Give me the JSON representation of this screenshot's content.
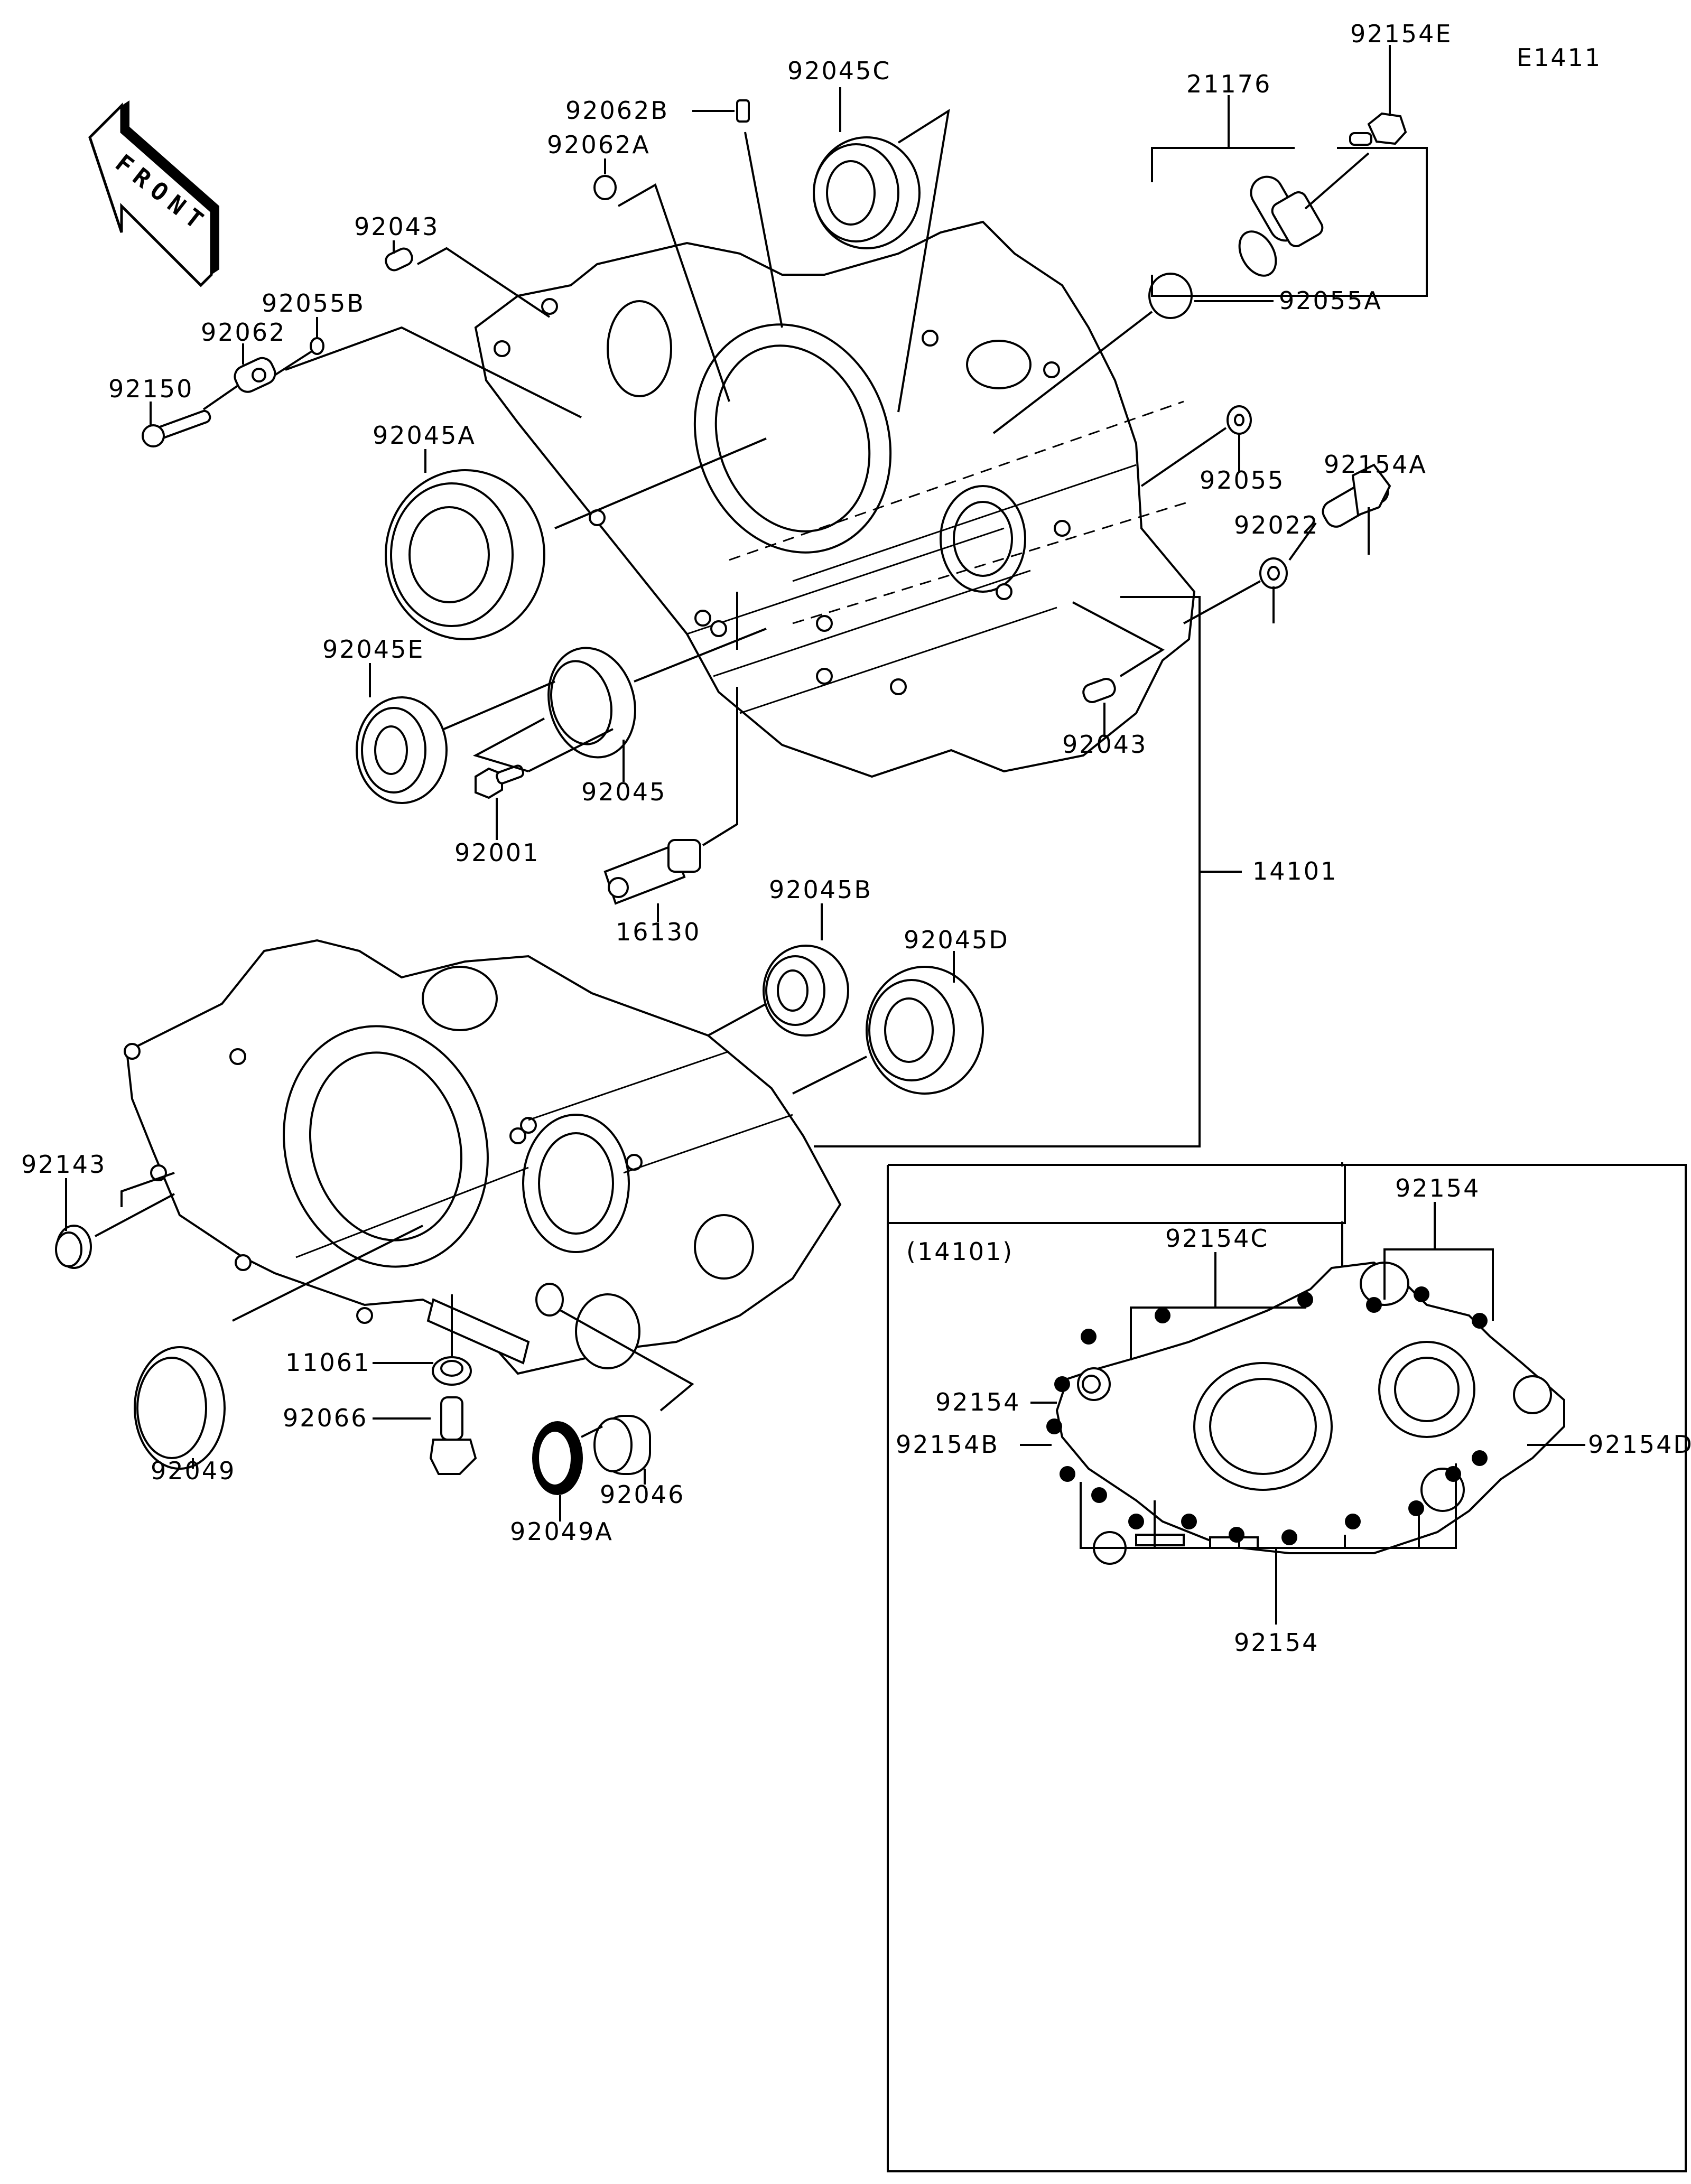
{
  "diagram": {
    "code": "E1411",
    "front_label": "FRONT",
    "inset_title": "(14101)",
    "labels": {
      "p92154E": "92154E",
      "p21176": "21176",
      "p92045C": "92045C",
      "p92062B": "92062B",
      "p92062A": "92062A",
      "p92043_top": "92043",
      "p92055B": "92055B",
      "p92062": "92062",
      "p92150": "92150",
      "p92045A": "92045A",
      "p92055A": "92055A",
      "p92055": "92055",
      "p92154A": "92154A",
      "p92022": "92022",
      "p92045E": "92045E",
      "p92045": "92045",
      "p92001": "92001",
      "p92043_mid": "92043",
      "p16130": "16130",
      "p14101": "14101",
      "p92045B": "92045B",
      "p92045D": "92045D",
      "p92143": "92143",
      "p11061": "11061",
      "p92066": "92066",
      "p92049": "92049",
      "p92046": "92046",
      "p92049A": "92049A",
      "p92154_inset_top": "92154",
      "p92154C": "92154C",
      "p92154_inset_left": "92154",
      "p92154B": "92154B",
      "p92154D": "92154D",
      "p92154_inset_bottom": "92154"
    }
  }
}
